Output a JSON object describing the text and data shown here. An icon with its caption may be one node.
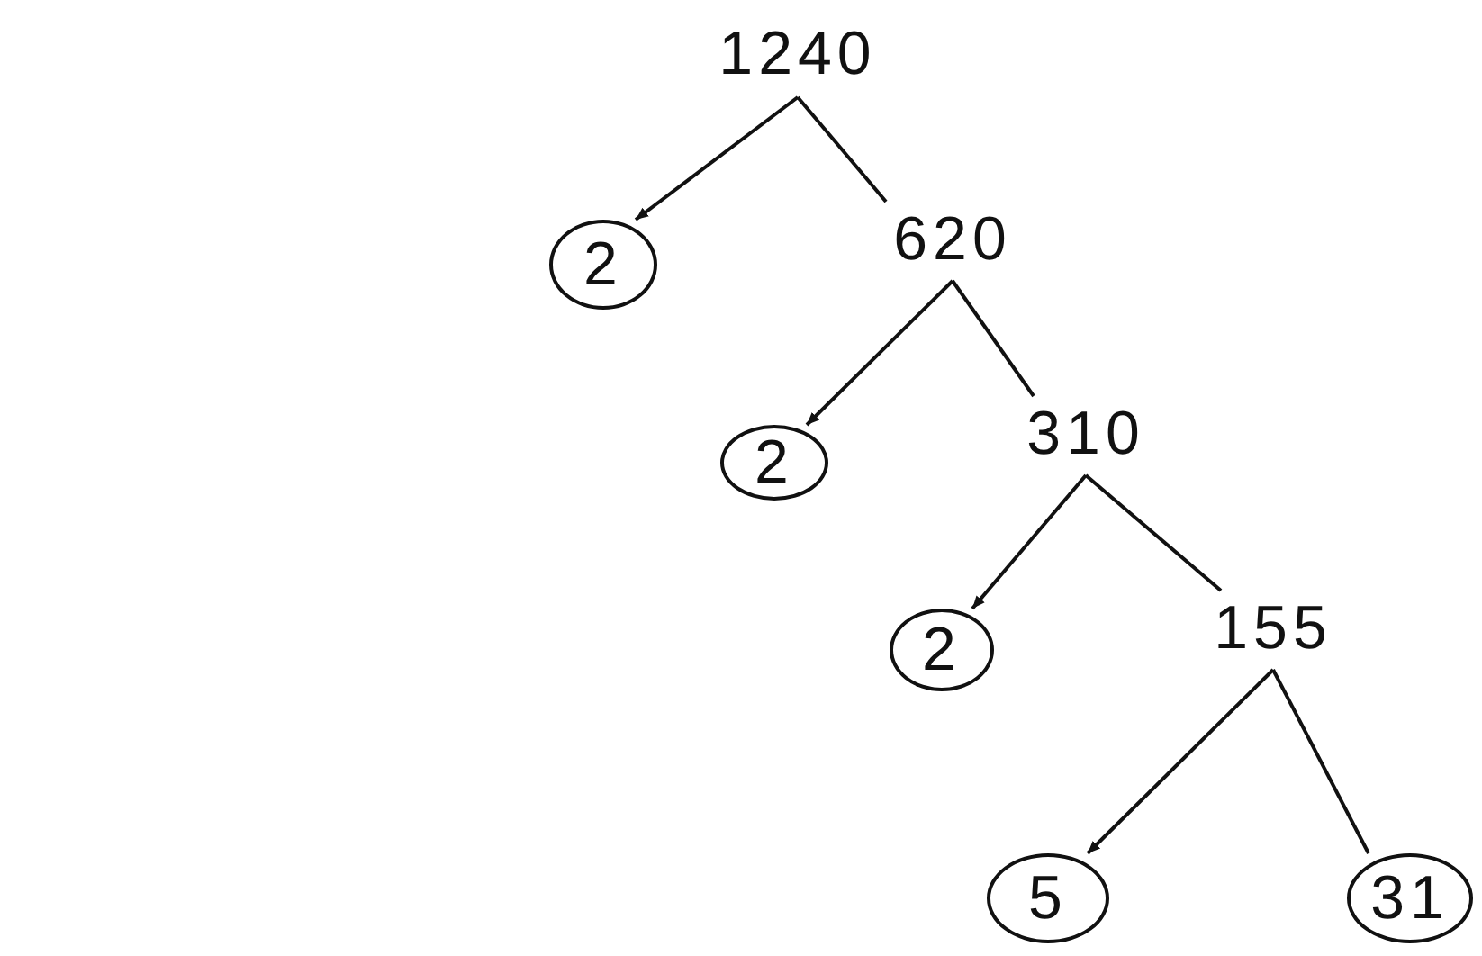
{
  "diagram": {
    "nodes": [
      {
        "text": [
          "1240"
        ]
      },
      {
        "text": [
          "2"
        ]
      },
      {
        "text": [
          "620"
        ]
      },
      {
        "text": [
          "2"
        ]
      },
      {
        "text": [
          "310"
        ]
      },
      {
        "text": [
          "2"
        ]
      },
      {
        "text": [
          "155"
        ]
      },
      {
        "text": [
          "5"
        ]
      },
      {
        "text": [
          "31"
        ]
      }
    ],
    "edges": [
      {
        "from": 0,
        "to": 1,
        "arrow": "to"
      },
      {
        "from": 0,
        "to": 2,
        "arrow": "none"
      },
      {
        "from": 2,
        "to": 3,
        "arrow": "to"
      },
      {
        "from": 2,
        "to": 4,
        "arrow": "none"
      },
      {
        "from": 4,
        "to": 5,
        "arrow": "to"
      },
      {
        "from": 4,
        "to": 6,
        "arrow": "none"
      },
      {
        "from": 6,
        "to": 7,
        "arrow": "to"
      },
      {
        "from": 6,
        "to": 8,
        "arrow": "none"
      }
    ]
  }
}
